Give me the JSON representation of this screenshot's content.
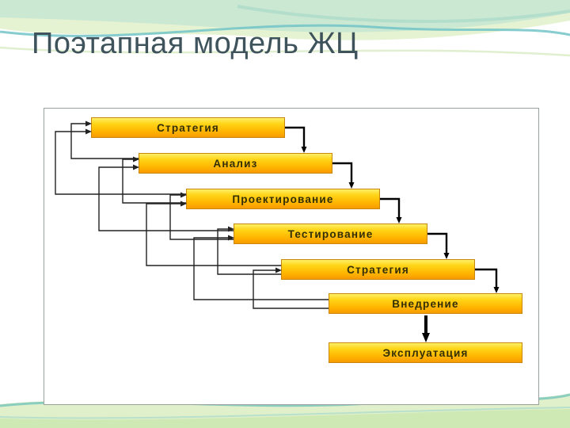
{
  "slide": {
    "title": "Поэтапная модель ЖЦ"
  },
  "diagram": {
    "boxes": [
      {
        "label": "Стратегия"
      },
      {
        "label": "Анализ"
      },
      {
        "label": "Проектирование"
      },
      {
        "label": "Тестирование"
      },
      {
        "label": "Стратегия"
      },
      {
        "label": "Внедрение"
      },
      {
        "label": "Эксплуатация"
      }
    ],
    "connections": {
      "forward": [
        "1→2",
        "2→3",
        "3→4",
        "4→5",
        "5→6",
        "6→7"
      ],
      "feedback": [
        "2→1",
        "3→1",
        "3→2",
        "4→2",
        "4→3",
        "5→3",
        "5→4",
        "6→4",
        "6→5"
      ]
    },
    "colors": {
      "box_gradient_top": "#fff066",
      "box_gradient_mid": "#ffc000",
      "box_gradient_bottom": "#f79a00",
      "box_border": "#c8860a",
      "box_text": "#332f05",
      "arrow": "#000000",
      "title_text": "#3e535b",
      "wave_green": "#dff0ca",
      "wave_teal": "#7cc8bd"
    }
  }
}
